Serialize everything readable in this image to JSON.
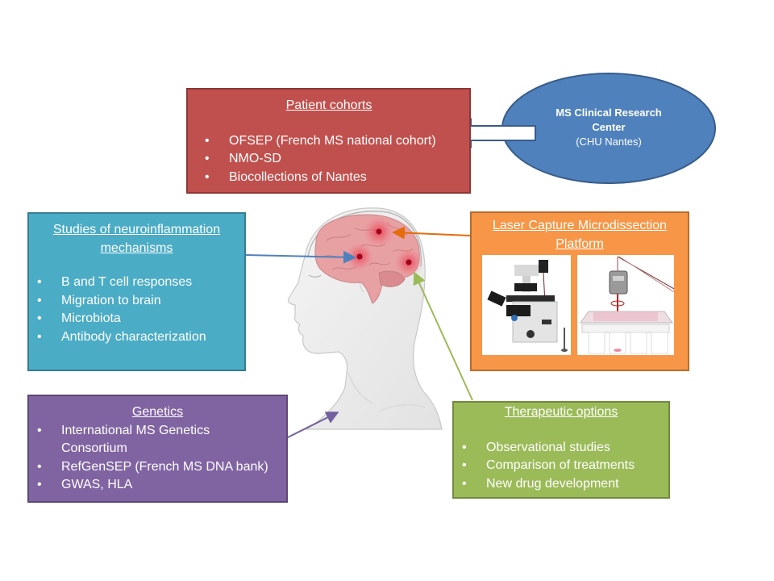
{
  "patient_cohorts": {
    "title": "Patient cohorts",
    "items": [
      "OFSEP (French MS national cohort)",
      "NMO-SD",
      "Biocollections of Nantes"
    ],
    "color": "#c0504d"
  },
  "clinical_center": {
    "title_line1": "MS Clinical Research",
    "title_line2": "Center",
    "subtitle": "(CHU Nantes)",
    "color": "#4f81bd"
  },
  "neuroinflammation": {
    "title_line1": "Studies of neuroinflammation",
    "title_line2": "mechanisms",
    "items": [
      "B and T cell responses",
      "Migration to brain",
      "Microbiota",
      "Antibody characterization"
    ],
    "color": "#4bacc6"
  },
  "laser_platform": {
    "title_line1": "Laser Capture Microdissection",
    "title_line2": "Platform",
    "images": [
      "microscope-photo",
      "laser-microdissection-schematic"
    ],
    "color": "#f79646"
  },
  "genetics": {
    "title": "Genetics",
    "items": [
      "International MS Genetics Consortium",
      "RefGenSEP (French MS DNA bank)",
      "GWAS, HLA"
    ],
    "color": "#8064a2"
  },
  "therapeutic": {
    "title": "Therapeutic options",
    "items": [
      "Observational studies",
      "Comparison of treatments",
      "New drug development"
    ],
    "color": "#9bbb59"
  },
  "illustration": {
    "subject": "human head profile with brain",
    "lesion_markers": 3
  }
}
